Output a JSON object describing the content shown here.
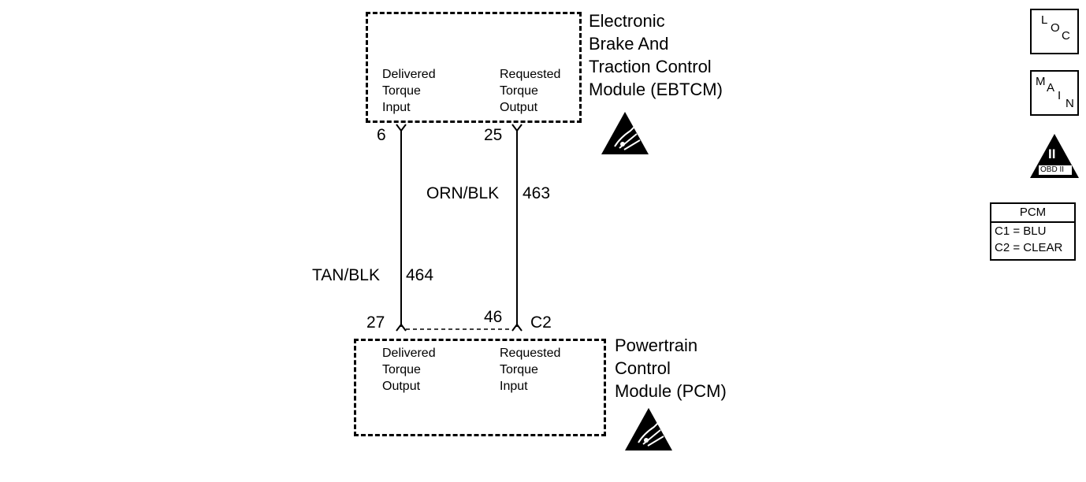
{
  "ebtcm": {
    "title_lines": [
      "Electronic",
      "Brake And",
      "Traction Control",
      "Module (EBTCM)"
    ],
    "left_label": [
      "Delivered",
      "Torque",
      "Input"
    ],
    "right_label": [
      "Requested",
      "Torque",
      "Output"
    ]
  },
  "pcm": {
    "title_lines": [
      "Powertrain",
      "Control",
      "Module (PCM)"
    ],
    "left_label": [
      "Delivered",
      "Torque",
      "Output"
    ],
    "right_label": [
      "Requested",
      "Torque",
      "Input"
    ]
  },
  "pins": {
    "ebtcm_left": "6",
    "ebtcm_right": "25",
    "pcm_left": "27",
    "pcm_right": "46",
    "connector": "C2"
  },
  "wires": {
    "left_color": "TAN/BLK",
    "left_circuit": "464",
    "right_color": "ORN/BLK",
    "right_circuit": "463"
  },
  "side_icons": {
    "loc": [
      "L",
      "O",
      "C"
    ],
    "main": [
      "M",
      "A",
      "I",
      "N"
    ],
    "obd_numeral": "II",
    "obd_label": "OBD II"
  },
  "legend": {
    "title": "PCM",
    "rows": [
      "C1 = BLU",
      "C2 = CLEAR"
    ]
  }
}
